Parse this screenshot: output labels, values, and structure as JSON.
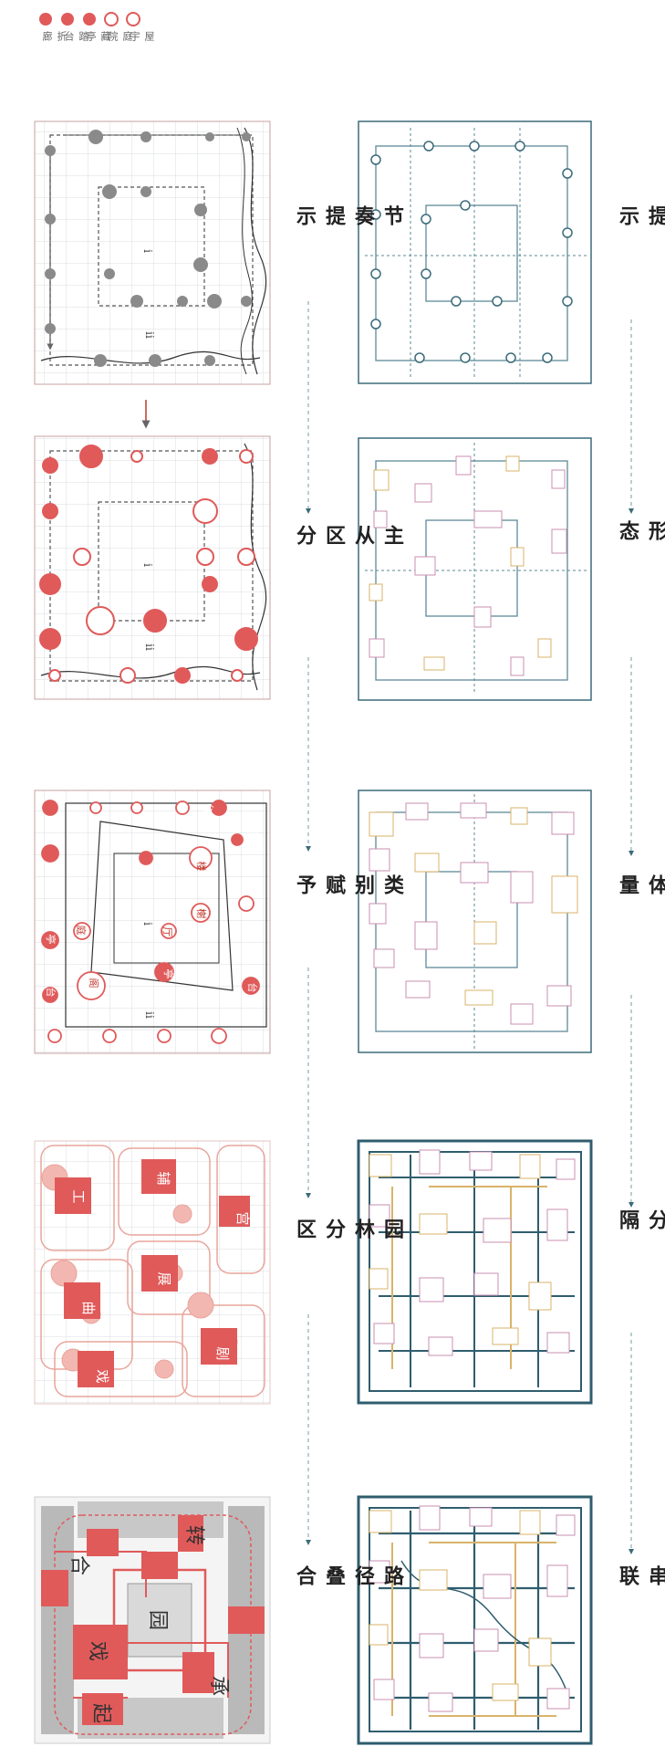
{
  "colors": {
    "red": "#e05a5a",
    "red_light": "#f2b7b0",
    "red_dark": "#c0392b",
    "teal": "#3b6b7a",
    "gray": "#8a8a8a",
    "gold": "#d9b36a",
    "pink": "#c98fb0"
  },
  "legend": [
    {
      "label": "屋宇"
    },
    {
      "label": "庭院"
    },
    {
      "label": "藏亭"
    },
    {
      "label": "踏台"
    },
    {
      "label": "折廊"
    }
  ],
  "left_steps": [
    {
      "label": "节奏提示"
    },
    {
      "label": "主从区分"
    },
    {
      "label": "类别赋予"
    },
    {
      "label": "园林分区"
    },
    {
      "label": "路径叠合"
    }
  ],
  "right_steps": [
    {
      "label": "节奏提示"
    },
    {
      "label": "平面形态"
    },
    {
      "label": "三维体量"
    },
    {
      "label": "路径分隔"
    },
    {
      "label": "廊道串联"
    }
  ],
  "panel_marks": {
    "i": "i",
    "ii": "ii"
  },
  "category_labels": [
    "楼",
    "榭",
    "阁",
    "亭",
    "厅",
    "庭",
    "亭",
    "台",
    "台",
    "台",
    "台"
  ],
  "zone_labels": [
    "辅",
    "工",
    "宫",
    "展",
    "曲",
    "剧",
    "戏"
  ],
  "composite_labels": [
    "转",
    "合",
    "园",
    "戏",
    "起",
    "承"
  ]
}
